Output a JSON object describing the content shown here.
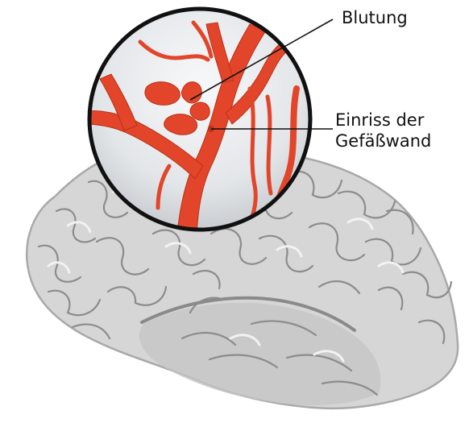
{
  "labels": {
    "bleeding": "Blutung",
    "tear_line1": "Einriss der",
    "tear_line2": "Gefäßwand"
  },
  "colors": {
    "brain_fill": "#d6d6d6",
    "brain_shadow": "#a9a9a9",
    "brain_sulcus": "#8c8c8c",
    "brain_highlight": "#f2f2f2",
    "vessel": "#e2452a",
    "vessel_dark": "#b83218",
    "lens_ring": "#111111",
    "lens_glass": "#e9ecef",
    "leader_line": "#111111"
  },
  "icons": {
    "brain": "brain-illustration",
    "lens": "magnifier-circle"
  }
}
